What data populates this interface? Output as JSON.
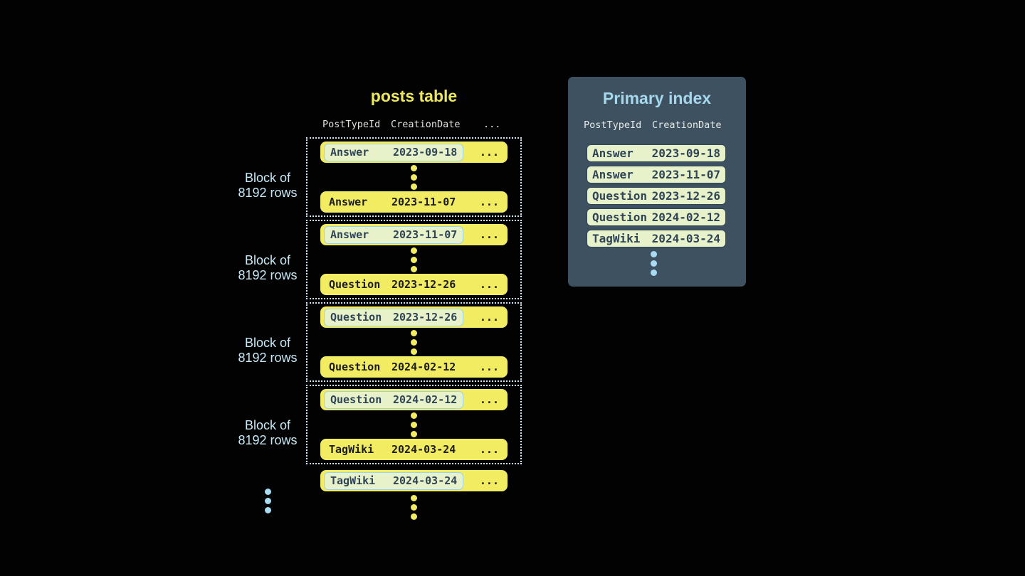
{
  "colors": {
    "background": "#020202",
    "title_yellow": "#ede75f",
    "row_yellow": "#f2ec62",
    "row_text_dark": "#1c1c1e",
    "header_text": "#dfe3dc",
    "block_border": "#cbe7f4",
    "label_blue": "#c6e9f7",
    "dot_blue": "#a9dcf2",
    "highlight_bg": "#e8f2ca",
    "highlight_border": "#9fd3e6",
    "highlight_text": "#2f4456",
    "panel_bg": "#3e5160",
    "panel_title": "#a5d8ec",
    "panel_header_text": "#e6eae8"
  },
  "posts_table": {
    "title": "posts table",
    "columns": [
      "PostTypeId",
      "CreationDate",
      "..."
    ],
    "row_ellipsis": "...",
    "block_label": {
      "line1": "Block of",
      "line2": "8192 rows"
    },
    "blocks": [
      {
        "first": {
          "type": "Answer",
          "date": "2023-09-18"
        },
        "last": {
          "type": "Answer",
          "date": "2023-11-07"
        }
      },
      {
        "first": {
          "type": "Answer",
          "date": "2023-11-07"
        },
        "last": {
          "type": "Question",
          "date": "2023-12-26"
        }
      },
      {
        "first": {
          "type": "Question",
          "date": "2023-12-26"
        },
        "last": {
          "type": "Question",
          "date": "2024-02-12"
        }
      },
      {
        "first": {
          "type": "Question",
          "date": "2024-02-12"
        },
        "last": {
          "type": "TagWiki",
          "date": "2024-03-24"
        }
      }
    ],
    "overflow_row": {
      "type": "TagWiki",
      "date": "2024-03-24"
    }
  },
  "primary_index": {
    "title": "Primary index",
    "columns": [
      "PostTypeId",
      "CreationDate"
    ],
    "rows": [
      {
        "type": "Answer",
        "date": "2023-09-18"
      },
      {
        "type": "Answer",
        "date": "2023-11-07"
      },
      {
        "type": "Question",
        "date": "2023-12-26"
      },
      {
        "type": "Question",
        "date": "2024-02-12"
      },
      {
        "type": "TagWiki",
        "date": "2024-03-24"
      }
    ]
  }
}
